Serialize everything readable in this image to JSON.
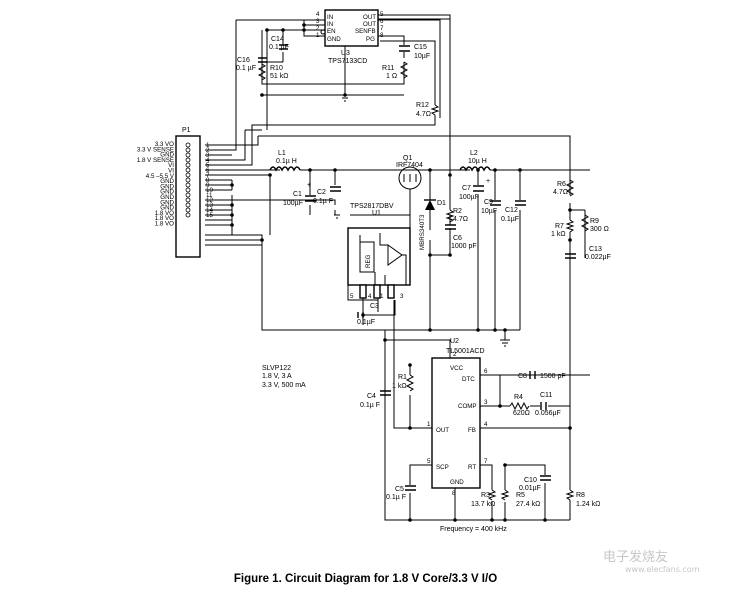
{
  "caption": "Figure 1.  Circuit Diagram for 1.8 V Core/3.3 V I/O",
  "watermark": "电子发烧友",
  "watermark_url": "www.elecfans.com",
  "connector": {
    "ref": "P1",
    "signals": [
      "3.3 VO",
      "3.3 V SENSE",
      "GND",
      "1.8 V SENSE",
      "VI",
      "VI",
      "4.5 –5.5 V",
      "GND",
      "GND",
      "GND",
      "GND",
      "GND",
      "GND",
      "1.8 VO",
      "1.8 VO",
      "1.8 VO"
    ],
    "pins": [
      "1",
      "2",
      "3",
      "4",
      "5",
      "6",
      "7",
      "8",
      "9",
      "10",
      "11",
      "12",
      "13",
      "14",
      "15"
    ]
  },
  "u3": {
    "ref": "U3",
    "part": "TPS7133CD",
    "pins_left": [
      "IN",
      "IN",
      "EN",
      "GND"
    ],
    "pins_right": [
      "OUT",
      "OUT",
      "SENFB",
      "PG"
    ],
    "pin_nums": [
      "4",
      "3",
      "2",
      "1",
      "5",
      "6",
      "7",
      "8"
    ]
  },
  "u1": {
    "ref": "U1",
    "part": "TPS2817DBV",
    "inner": "REG"
  },
  "u2": {
    "ref": "U2",
    "part": "TL5001ACD",
    "pins_left": [
      "VCC",
      "OUT",
      "SCP",
      "GND"
    ],
    "pins_right": [
      "DTC",
      "COMP",
      "FB",
      "RT"
    ],
    "pin_nums": [
      "2",
      "1",
      "5",
      "8",
      "6",
      "3",
      "4",
      "7"
    ]
  },
  "q1": {
    "ref": "Q1",
    "part": "IRF7404"
  },
  "d1": {
    "ref": "D1",
    "part": "MBRS340T3"
  },
  "components": {
    "C14": "C14",
    "C14v": "0.1 µF",
    "C16": "C16",
    "C16v": "0.1 µF",
    "R10": "R10",
    "R10v": "51 kΩ",
    "C15": "C15",
    "C15v": "10µF",
    "R11": "R11",
    "R11v": "1 Ω",
    "R12": "R12",
    "R12v": "4.7Ω",
    "L1": "L1",
    "L1v": "0.1µ H",
    "L2": "L2",
    "L2v": "10µ H",
    "C1": "C1",
    "C1v": "100µF",
    "C2": "C2",
    "C2v": "0.1µ F",
    "R2": "R2",
    "R2v": "4.7Ω",
    "C6": "C6",
    "C6v": "1000 pF",
    "C7": "C7",
    "C7v": "100µF",
    "C9": "C9",
    "C9v": "10µF",
    "C12": "C12",
    "C12v": "0.1µF",
    "R6": "R6",
    "R6v": "4.7Ω",
    "R9": "R9",
    "R9v": "300 Ω",
    "R7": "R7",
    "R7v": "1 kΩ",
    "C13": "C13",
    "C13v": "0.022µF",
    "C3": "C3",
    "C3v": "0.1µF",
    "C4": "C4",
    "C4v": "0.1µ F",
    "R1": "R1",
    "R1v": "1 kΩ",
    "C8": "C8",
    "C8v": "1500 pF",
    "R4": "R4",
    "R4v": "620Ω",
    "C11": "C11",
    "C11v": "0.056µF",
    "C5": "C5",
    "C5v": "0.1µ F",
    "R3": "R3",
    "R3v": "13.7 kΩ",
    "R5": "R5",
    "R5v": "27.4 kΩ",
    "C10": "C10",
    "C10v": "0.01µF",
    "R8": "R8",
    "R8v": "1.24 kΩ"
  },
  "notes": {
    "board": "SLVP122",
    "spec1": "1.8 V, 3 A",
    "spec2": "3.3 V, 500 mA",
    "freq": "Frequency = 400 kHz"
  },
  "u1_pins": [
    "5",
    "4",
    "1",
    "2",
    "3"
  ],
  "plus_marks": [
    "+",
    "+"
  ]
}
